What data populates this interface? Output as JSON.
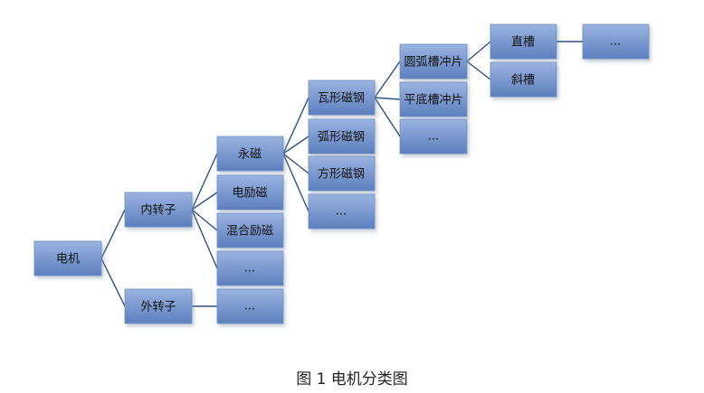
{
  "caption": "图 1 电机分类图",
  "nodes": {
    "motor": "电机",
    "inner_rotor": "内转子",
    "outer_rotor": "外转子",
    "permanent_magnet": "永磁",
    "electric_excitation": "电励磁",
    "hybrid_excitation": "混合励磁",
    "inner_more": "...",
    "outer_more": "...",
    "tile_magnet": "瓦形磁钢",
    "arc_magnet": "弧形磁钢",
    "square_magnet": "方形磁钢",
    "magnet_more": "...",
    "arc_slot_lamination": "圆弧槽冲片",
    "flat_slot_lamination": "平底槽冲片",
    "lamination_more": "...",
    "straight_slot": "直槽",
    "skewed_slot": "斜槽",
    "slot_more": "..."
  },
  "colors": {
    "node_top": "#9bb3e0",
    "node_bottom": "#5c7fbe",
    "edge": "#2f4f86"
  }
}
